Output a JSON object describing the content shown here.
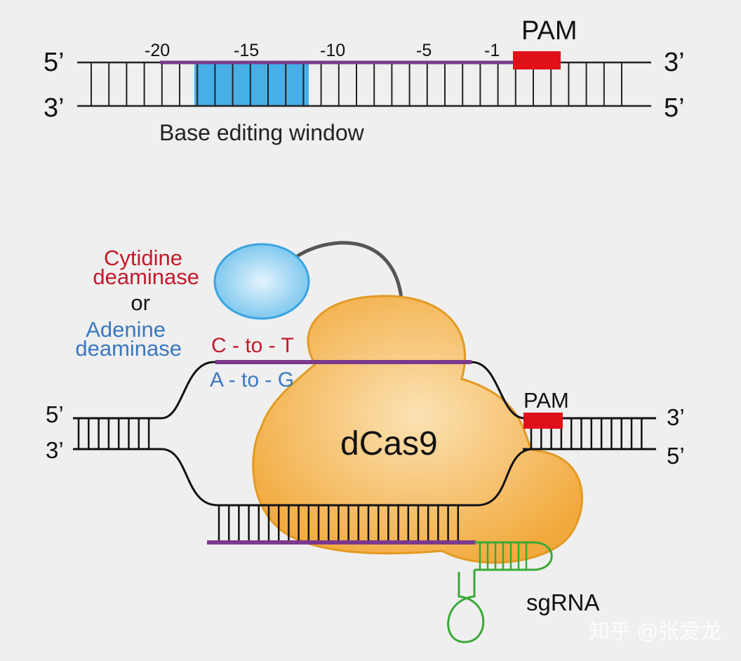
{
  "top_diagram": {
    "strand_top_left": "5’",
    "strand_top_right": "3’",
    "strand_bottom_left": "3’",
    "strand_bottom_right": "5’",
    "pam_label": "PAM",
    "position_labels": [
      "-20",
      "-15",
      "-10",
      "-5",
      "-1"
    ],
    "window_label": "Base editing window"
  },
  "bottom_diagram": {
    "deaminase_cytidine": "Cytidine",
    "deaminase_cytidine_2": "deaminase",
    "or_label": "or",
    "deaminase_adenine": "Adenine",
    "deaminase_adenine_2": "deaminase",
    "c_to_t": "C - to - T",
    "a_to_g": "A - to - G",
    "protein_label": "dCas9",
    "pam_label": "PAM",
    "strand_top_left": "5’",
    "strand_bottom_left": "3’",
    "strand_top_right": "3’",
    "strand_bottom_right": "5’",
    "sgrna_label": "sgRNA"
  },
  "watermark": "知乎 @张爱龙",
  "colors": {
    "guide_purple": "#7b3a8c",
    "pam_red": "#e0101a",
    "window_blue": "#47aee8",
    "protein_orange": "#f2b046",
    "deaminase_blue": "#6cc0ec",
    "sgrna_green": "#3aa935",
    "cytidine_red": "#c41a2a",
    "adenine_blue": "#3b78c0"
  }
}
